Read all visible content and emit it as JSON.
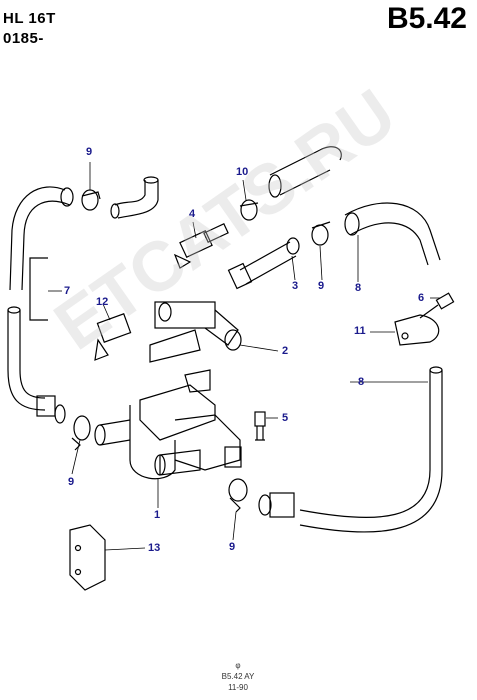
{
  "header": {
    "model": "HL 16T",
    "range": "0185-",
    "page_code": "B5.42"
  },
  "watermark": "ETCATS.RU",
  "callouts": {
    "c1": "1",
    "c2": "2",
    "c3": "3",
    "c4": "4",
    "c5": "5",
    "c6": "6",
    "c7": "7",
    "c8a": "8",
    "c8b": "8",
    "c9a": "9",
    "c9b": "9",
    "c9c": "9",
    "c9d": "9",
    "c10": "10",
    "c11": "11",
    "c12": "12",
    "c13": "13"
  },
  "footer": {
    "symbol": "φ",
    "ref": "B5.42 AY",
    "date": "11-90"
  }
}
